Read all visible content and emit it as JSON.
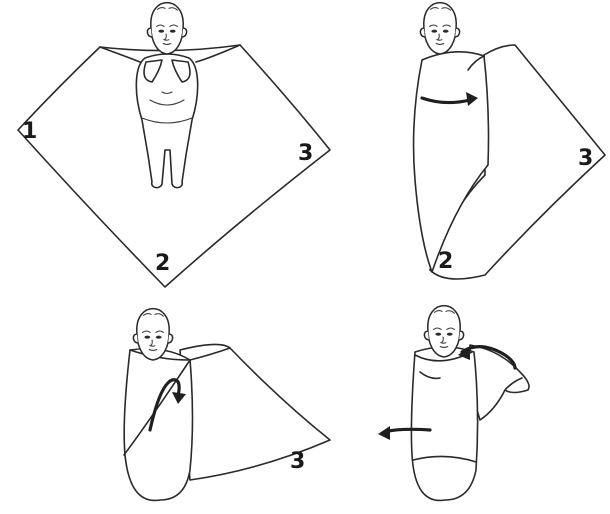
{
  "steps": [
    {
      "corner_labels": [
        "1",
        "2",
        "3"
      ]
    },
    {
      "corner_labels": [
        "2",
        "3"
      ]
    },
    {
      "corner_labels": [
        "3"
      ]
    },
    {
      "corner_labels": []
    }
  ],
  "colors": {
    "line": "#2a2a2a",
    "arrow": "#1f1f1f",
    "background": "#ffffff"
  }
}
